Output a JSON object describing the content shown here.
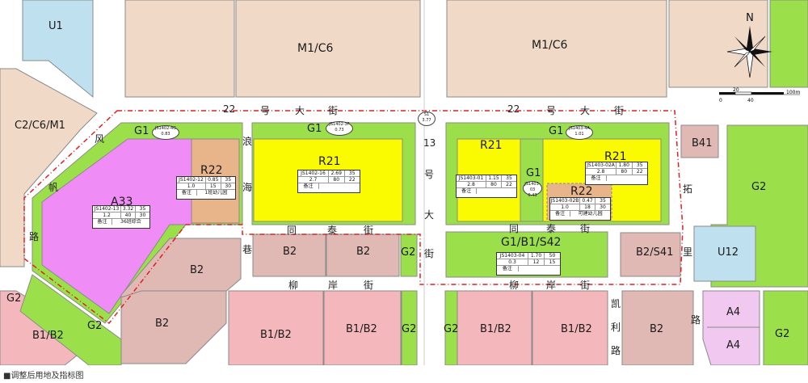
{
  "caption": "■调整后用地及指标图",
  "colors": {
    "green": "#9be04b",
    "yellow": "#fafa00",
    "magenta": "#f08cf5",
    "orange": "#e8b48a",
    "pink": "#f4b8bc",
    "rose": "#e0b9b4",
    "beige": "#f1d9c8",
    "blue": "#bfe0ee",
    "lavender": "#f0c8f0",
    "road": "#ffffff",
    "redline": "#e02020"
  },
  "compass": {
    "north": "N",
    "scale_unit": "100m",
    "scale_ticks": [
      "0",
      "20",
      "40"
    ]
  },
  "parcels": [
    {
      "id": "U1",
      "label": "U1"
    },
    {
      "id": "M1C6a",
      "label": "M1/C6"
    },
    {
      "id": "M1C6b",
      "label": "M1/C6"
    },
    {
      "id": "C2C6M1",
      "label": "C2/C6/M1"
    },
    {
      "id": "G1a",
      "label": "G1"
    },
    {
      "id": "A33",
      "label": "A33"
    },
    {
      "id": "R22a",
      "label": "R22"
    },
    {
      "id": "G1b",
      "label": "G1"
    },
    {
      "id": "R21a",
      "label": "R21"
    },
    {
      "id": "G1c",
      "label": "G1"
    },
    {
      "id": "R21b",
      "label": "R21"
    },
    {
      "id": "G1d",
      "label": "G1"
    },
    {
      "id": "R21c",
      "label": "R21"
    },
    {
      "id": "R22b",
      "label": "R22"
    },
    {
      "id": "B41",
      "label": "B41"
    },
    {
      "id": "G2r",
      "label": "G2"
    },
    {
      "id": "B2a",
      "label": "B2"
    },
    {
      "id": "B2b",
      "label": "B2"
    },
    {
      "id": "B2c",
      "label": "B2"
    },
    {
      "id": "B2d",
      "label": "B2"
    },
    {
      "id": "G2a",
      "label": "G2"
    },
    {
      "id": "G1B1S42",
      "label": "G1/B1/S42"
    },
    {
      "id": "B2S41",
      "label": "B2/S41"
    },
    {
      "id": "U12",
      "label": "U12"
    },
    {
      "id": "G2l",
      "label": "G2"
    },
    {
      "id": "B1B2a",
      "label": "B1/B2"
    },
    {
      "id": "G2b",
      "label": "G2"
    },
    {
      "id": "B1B2b",
      "label": "B1/B2"
    },
    {
      "id": "B1B2c",
      "label": "B1/B2"
    },
    {
      "id": "G2c",
      "label": "G2"
    },
    {
      "id": "G2d",
      "label": "G2"
    },
    {
      "id": "B1B2d",
      "label": "B1/B2"
    },
    {
      "id": "B1B2e",
      "label": "B1/B2"
    },
    {
      "id": "B2e",
      "label": "B2"
    },
    {
      "id": "A4a",
      "label": "A4"
    },
    {
      "id": "A4b",
      "label": "A4"
    },
    {
      "id": "G2e",
      "label": "G2"
    }
  ],
  "streets": {
    "s22_west": [
      "22",
      "号",
      "大",
      "街"
    ],
    "s22_east": [
      "22",
      "号",
      "大",
      "街"
    ],
    "s13": [
      "13",
      "号",
      "大",
      "街"
    ],
    "fengfan": [
      "风",
      "帆",
      "路"
    ],
    "langhai": [
      "浪",
      "海",
      "巷"
    ],
    "tongtai_w": [
      "同",
      "泰",
      "街"
    ],
    "tongtai_e": [
      "同",
      "泰",
      "街"
    ],
    "liuan_w": [
      "柳",
      "岸",
      "街"
    ],
    "liuan_e": [
      "柳",
      "岸",
      "街"
    ],
    "kaili": [
      "凯",
      "利",
      "路"
    ],
    "tuoli": [
      "拓",
      "里",
      "路"
    ]
  },
  "ovals": [
    {
      "code": "JS1402-4G",
      "val": "0.83"
    },
    {
      "code": "JS1402-3F",
      "val": "0.73"
    },
    {
      "code": "S1",
      "val": "3.77"
    },
    {
      "code": "JS1403-4A",
      "val": "1.01"
    },
    {
      "code": "JS1403-03",
      "val": "0.43"
    }
  ],
  "tables": [
    {
      "id": "t1",
      "code": "JS1402-13",
      "area": "3.32",
      "h": "35",
      "far": "1.2",
      "density": "40",
      "green": "30",
      "note": "备注",
      "note2": "36班综合"
    },
    {
      "id": "t2",
      "code": "JS1402-12",
      "area": "0.85",
      "h": "35",
      "far": "1.0",
      "density": "15",
      "green": "30",
      "note": "备注",
      "note2": "1班幼儿园"
    },
    {
      "id": "t3",
      "code": "JS1402-16",
      "area": "2.69",
      "h": "35",
      "far": "2.7",
      "density": "80",
      "green": "22",
      "note": "备注",
      "note2": ""
    },
    {
      "id": "t4",
      "code": "JS1403-01",
      "area": "1.15",
      "h": "35",
      "far": "2.8",
      "density": "80",
      "green": "22",
      "note": "备注",
      "note2": ""
    },
    {
      "id": "t5",
      "code": "JS1403-02A",
      "area": "1.80",
      "h": "35",
      "far": "2.8",
      "density": "80",
      "green": "22",
      "note": "备注",
      "note2": ""
    },
    {
      "id": "t6",
      "code": "JS1403-02B",
      "area": "0.47",
      "h": "35",
      "far": "1.0",
      "density": "18",
      "green": "30",
      "note": "备注",
      "note2": "可建幼儿园"
    },
    {
      "id": "t7",
      "code": "JS1403-04",
      "area": "1.70",
      "h": "50",
      "far": "0.3",
      "density": "12",
      "green": "15",
      "note": "备注",
      "note2": ""
    }
  ]
}
